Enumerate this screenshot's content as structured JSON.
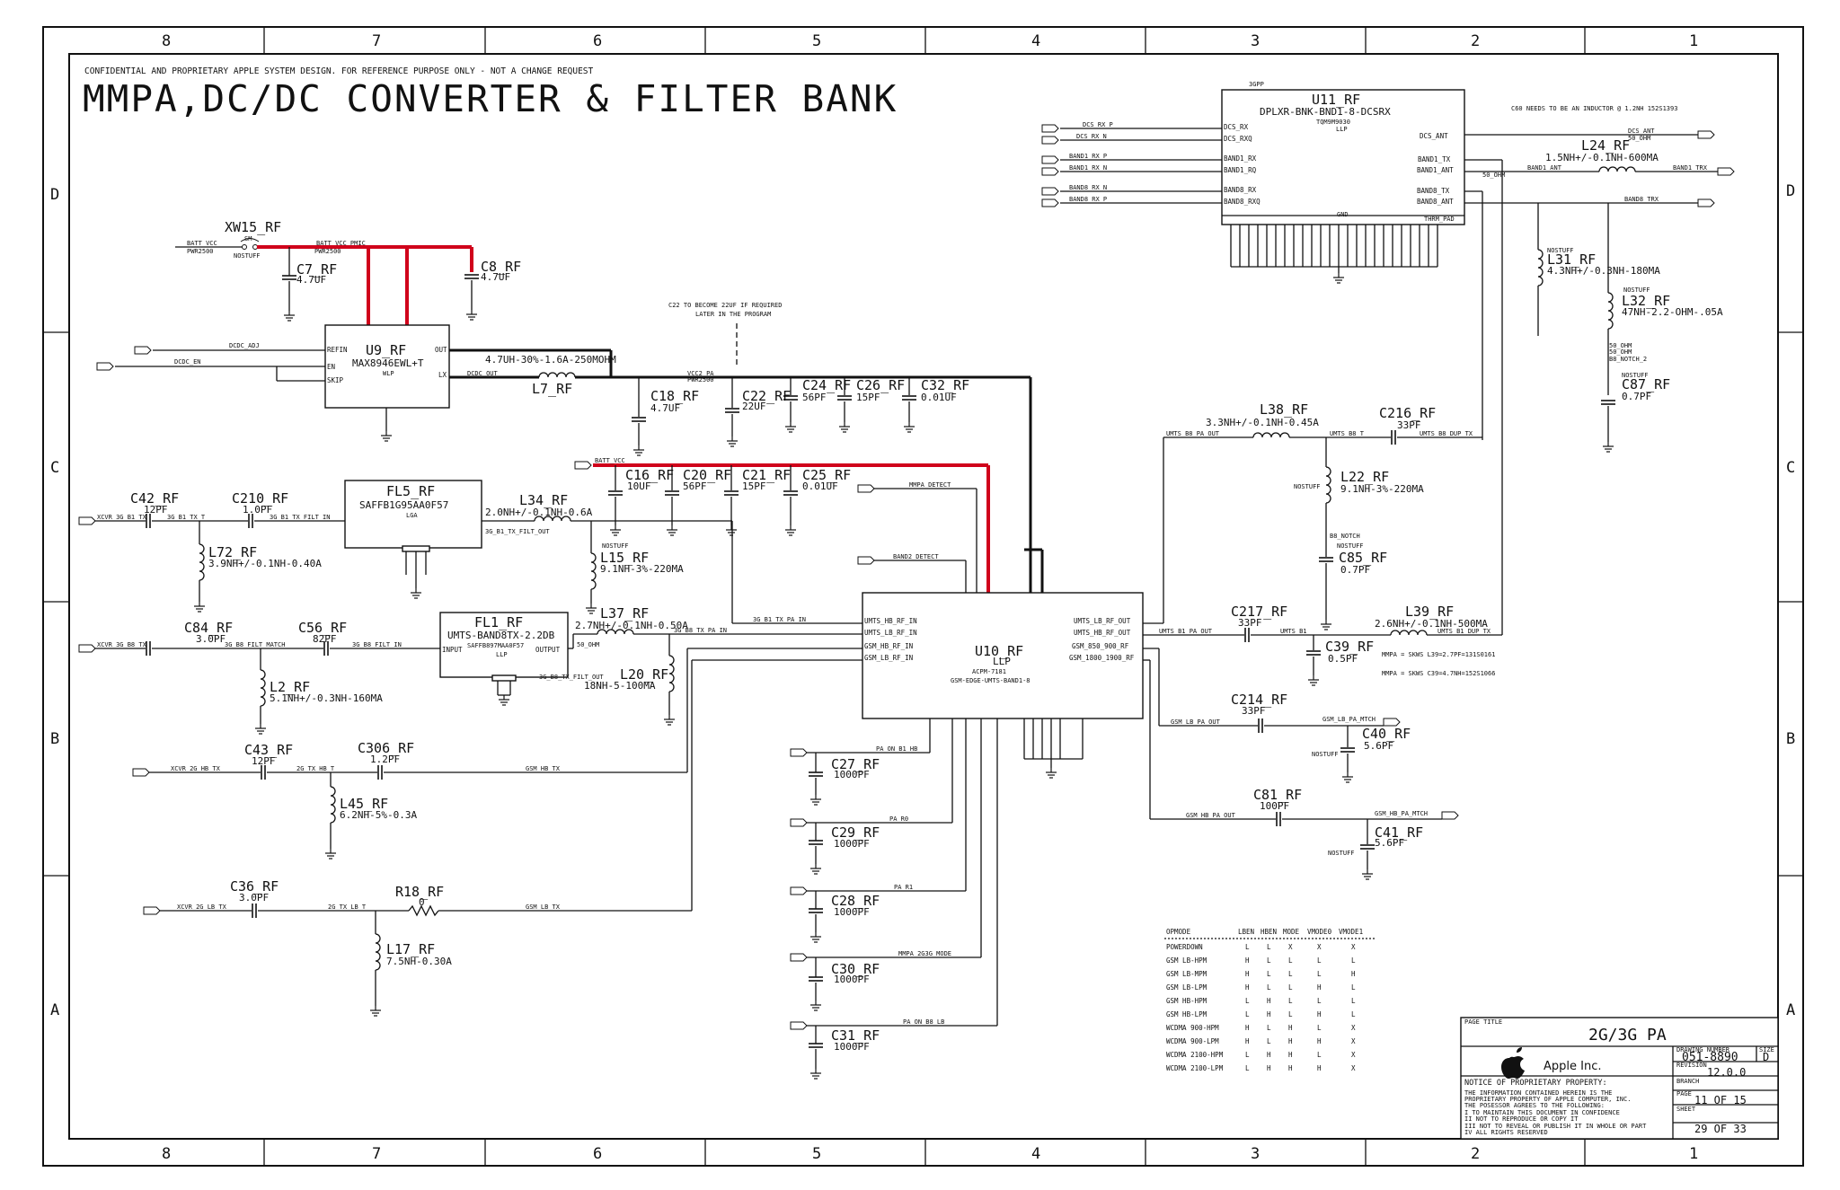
{
  "page": {
    "confidential": "CONFIDENTIAL AND PROPRIETARY APPLE SYSTEM DESIGN. FOR REFERENCE PURPOSE ONLY - NOT A CHANGE REQUEST",
    "title": "MMPA,DC/DC CONVERTER & FILTER BANK"
  },
  "border": {
    "columns": [
      "8",
      "7",
      "6",
      "5",
      "4",
      "3",
      "2",
      "1"
    ],
    "rows": [
      "D",
      "C",
      "B",
      "A"
    ]
  },
  "notes": {
    "c60": "C60 NEEDS TO BE AN INDUCTOR @ 1.2NH 152S1393",
    "c22": "C22 TO BECOME 22UF IF REQUIRED",
    "c22b": "LATER IN THE PROGRAM",
    "mmpa1": "MMPA = SKWS L39=2.7PF=131S0161",
    "mmpa2": "MMPA = SKWS C39=4.7NH=152S1066"
  },
  "chips": {
    "u11": {
      "ref": "U11_RF",
      "part": "DPLXR-BNK-BND1-8-DCSRX",
      "sub": "TQM9M9030",
      "pkg": "LLP",
      "top": "3GPP",
      "gnd": "GND",
      "thrm": "THRM_PAD"
    },
    "u9": {
      "ref": "U9_RF",
      "part": "MAX8946EWL+T",
      "pkg": "WLP"
    },
    "u10": {
      "ref": "U10_RF",
      "pkg": "LLP",
      "part": "ACPM-7181",
      "sub": "GSM-EDGE-UMTS-BAND1-8"
    },
    "fl5": {
      "ref": "FL5_RF",
      "part": "SAFFB1G95AA0F57",
      "pkg": "LGA"
    },
    "fl1": {
      "ref": "FL1_RF",
      "part": "UMTS-BAND8TX-2.2DB",
      "sub": "SAFFB897MAA0F57",
      "pkg": "LLP"
    },
    "xw15": {
      "ref": "XW15_RF",
      "label": "SM",
      "ns": "NOSTUFF"
    }
  },
  "comps": {
    "c7": {
      "ref": "C7_RF",
      "val": "4.7UF"
    },
    "c8": {
      "ref": "C8_RF",
      "val": "4.7UF"
    },
    "l7": {
      "ref": "L7_RF",
      "val": "4.7UH-30%-1.6A-250MOHM"
    },
    "c18": {
      "ref": "C18_RF",
      "val": "4.7UF"
    },
    "c22": {
      "ref": "C22_RF",
      "val": "22UF"
    },
    "c24": {
      "ref": "C24_RF",
      "val": "56PF"
    },
    "c26": {
      "ref": "C26_RF",
      "val": "15PF"
    },
    "c32": {
      "ref": "C32_RF",
      "val": "0.01UF"
    },
    "c16": {
      "ref": "C16_RF",
      "val": "10UF"
    },
    "c20": {
      "ref": "C20_RF",
      "val": "56PF"
    },
    "c21": {
      "ref": "C21_RF",
      "val": "15PF"
    },
    "c25": {
      "ref": "C25_RF",
      "val": "0.01UF"
    },
    "c42": {
      "ref": "C42_RF",
      "val": "12PF"
    },
    "c210": {
      "ref": "C210_RF",
      "val": "1.0PF"
    },
    "l34": {
      "ref": "L34_RF",
      "val": "2.0NH+/-0.1NH-0.6A"
    },
    "l72": {
      "ref": "L72_RF",
      "val": "3.9NH+/-0.1NH-0.40A"
    },
    "l15": {
      "ref": "L15_RF",
      "val": "9.1NH-3%-220MA"
    },
    "l37": {
      "ref": "L37_RF",
      "val": "2.7NH+/-0.1NH-0.50A"
    },
    "l20": {
      "ref": "L20_RF",
      "val": "18NH-5-100MA"
    },
    "c84": {
      "ref": "C84_RF",
      "val": "3.0PF"
    },
    "c56": {
      "ref": "C56_RF",
      "val": "82PF"
    },
    "l2": {
      "ref": "L2_RF",
      "val": "5.1NH+/-0.3NH-160MA"
    },
    "c43": {
      "ref": "C43_RF",
      "val": "12PF"
    },
    "c306": {
      "ref": "C306_RF",
      "val": "1.2PF"
    },
    "l45": {
      "ref": "L45_RF",
      "val": "6.2NH-5%-0.3A"
    },
    "c36": {
      "ref": "C36_RF",
      "val": "3.0PF"
    },
    "r18": {
      "ref": "R18_RF",
      "val": "0"
    },
    "l17": {
      "ref": "L17_RF",
      "val": "7.5NH-0.30A"
    },
    "c27": {
      "ref": "C27_RF",
      "val": "1000PF"
    },
    "c29": {
      "ref": "C29_RF",
      "val": "1000PF"
    },
    "c28": {
      "ref": "C28_RF",
      "val": "1000PF"
    },
    "c30": {
      "ref": "C30_RF",
      "val": "1000PF"
    },
    "c31": {
      "ref": "C31_RF",
      "val": "1000PF"
    },
    "l24": {
      "ref": "L24_RF",
      "val": "1.5NH+/-0.1NH-600MA"
    },
    "l31": {
      "ref": "L31_RF",
      "val": "4.3NH+/-0.3NH-180MA"
    },
    "l32": {
      "ref": "L32_RF",
      "val": "47NH-2.2-OHM-.05A"
    },
    "c87": {
      "ref": "C87_RF",
      "val": "0.7PF"
    },
    "l38": {
      "ref": "L38_RF",
      "val": "3.3NH+/-0.1NH-0.45A"
    },
    "c216": {
      "ref": "C216_RF",
      "val": "33PF"
    },
    "l22": {
      "ref": "L22_RF",
      "val": "9.1NH-3%-220MA"
    },
    "c85": {
      "ref": "C85_RF",
      "val": "0.7PF"
    },
    "c217": {
      "ref": "C217_RF",
      "val": "33PF"
    },
    "l39": {
      "ref": "L39_RF",
      "val": "2.6NH+/-0.1NH-500MA"
    },
    "c39": {
      "ref": "C39_RF",
      "val": "0.5PF"
    },
    "c214": {
      "ref": "C214_RF",
      "val": "33PF"
    },
    "c40": {
      "ref": "C40_RF",
      "val": "5.6PF"
    },
    "c81": {
      "ref": "C81_RF",
      "val": "100PF"
    },
    "c41": {
      "ref": "C41_RF",
      "val": "5.6PF"
    }
  },
  "nets": {
    "batt_vcc": "BATT_VCC",
    "batt_vcc_pmic": "BATT_VCC_PMIC",
    "pwr2500": "PWR2500",
    "dcdc_adj": "DCDC_ADJ",
    "dcdc_en": "DCDC_EN",
    "dcdc_out": "DCDC_OUT",
    "vcc2_pa": "VCC2_PA",
    "mmpa_detect": "MMPA_DETECT",
    "band2_detect": "BAND2_DETECT",
    "xcvr_3g_b1_tx": "XCVR_3G_B1_TX",
    "tg_b1_tx_t": "3G_B1_TX_T",
    "tg_b1_filt_in": "3G_B1_TX_FILT_IN",
    "tg_b1_filt_out": "3G_B1_TX_FILT_OUT",
    "tg_b1_pa_in": "3G_B1_TX_PA_IN",
    "xcvr_3g_b8_tx": "XCVR_3G_B8_TX",
    "tg_b8_filt_match": "3G_B8_FILT_MATCH",
    "tg_b8_filt_in": "3G_B8_FILT_IN",
    "tg_b8_filt_out": "3G_B8_TX_FILT_OUT",
    "tg_b8_pa_in": "3G_B8_TX_PA_IN",
    "xcvr_2g_hb_tx": "XCVR_2G_HB_TX",
    "tg2_hb_tx_t": "2G_TX_HB_T",
    "gsm_hb_tx": "GSM_HB_TX",
    "xcvr_2g_lb_tx": "XCVR_2G_LB_TX",
    "tg2_lb_tx_t": "2G_TX_LB_T",
    "gsm_lb_tx": "GSM_LB_TX",
    "pa_on_b1_hb": "PA_ON_B1_HB",
    "pa_r0": "PA_R0",
    "pa_r1": "PA_R1",
    "mmpa_2g3g": "MMPA_2G3G_MODE",
    "pa_on_b8_lb": "PA_ON_B8_LB",
    "dcs_rx_p": "DCS_RX_P",
    "dcs_rx_n": "DCS_RX_N",
    "band1_rx_p": "BAND1_RX_P",
    "band1_rx_n": "BAND1_RX_N",
    "band8_rx_n": "BAND8_RX_N",
    "band8_rx_p": "BAND8_RX_P",
    "dcs_ant": "DCS_ANT",
    "band1_ant": "BAND1_ANT",
    "band1_trx": "BAND1_TRX",
    "band8_trx": "BAND8_TRX",
    "b8_notch": "B8_NOTCH",
    "b8_notch_2": "B8_NOTCH_2",
    "umts_b8_pa_out": "UMTS_B8_PA_OUT",
    "umts_b8_t": "UMTS_B8_T",
    "umts_b8_dup_tx": "UMTS_B8_DUP_TX",
    "umts_b1_pa_out": "UMTS_B1_PA_OUT",
    "umts_b1": "UMTS_B1",
    "umts_b1_dup_tx": "UMTS_B1_DUP_TX",
    "gsm_lb_pa_out": "GSM_LB_PA_OUT",
    "gsm_lb_pa_mtch": "GSM_LB_PA_MTCH",
    "gsm_hb_pa_out": "GSM_HB_PA_OUT",
    "gsm_hb_pa_mtch": "GSM_HB_PA_MTCH",
    "ohm50": "50_OHM",
    "nostuff": "NOSTUFF"
  },
  "truth_table": {
    "headers": [
      "OPMODE",
      "LBEN",
      "HBEN",
      "MODE",
      "VMODE0",
      "VMODE1"
    ],
    "rows": [
      [
        "POWERDOWN",
        "L",
        "L",
        "X",
        "X",
        "X"
      ],
      [
        "GSM LB-HPM",
        "H",
        "L",
        "L",
        "L",
        "L"
      ],
      [
        "GSM LB-MPM",
        "H",
        "L",
        "L",
        "L",
        "H"
      ],
      [
        "GSM LB-LPM",
        "H",
        "L",
        "L",
        "H",
        "L"
      ],
      [
        "GSM HB-HPM",
        "L",
        "H",
        "L",
        "L",
        "L"
      ],
      [
        "GSM HB-LPM",
        "L",
        "H",
        "L",
        "H",
        "L"
      ],
      [
        "WCDMA 900-HPM",
        "H",
        "L",
        "H",
        "L",
        "X"
      ],
      [
        "WCDMA 900-LPM",
        "H",
        "L",
        "H",
        "H",
        "X"
      ],
      [
        "WCDMA 2100-HPM",
        "L",
        "H",
        "H",
        "L",
        "X"
      ],
      [
        "WCDMA 2100-LPM",
        "L",
        "H",
        "H",
        "H",
        "X"
      ]
    ]
  },
  "title_block": {
    "page_title_label": "PAGE TITLE",
    "page_title": "2G/3G PA",
    "company": "Apple Inc.",
    "drawing_number_label": "DRAWING NUMBER",
    "drawing_number": "051-8890",
    "size_label": "SIZE",
    "size": "D",
    "revision_label": "REVISION",
    "revision": "12.0.0",
    "branch_label": "BRANCH",
    "page_label": "PAGE",
    "page": "11 OF 15",
    "sheet_label": "SHEET",
    "sheet": "29 OF 33",
    "notice": "NOTICE OF PROPRIETARY PROPERTY:",
    "notice_lines": [
      "THE INFORMATION CONTAINED HEREIN IS THE",
      "PROPRIETARY PROPERTY OF APPLE COMPUTER, INC.",
      "THE POSESSOR AGREES TO THE FOLLOWING:",
      "I TO MAINTAIN THIS DOCUMENT IN CONFIDENCE",
      "II NOT TO REPRODUCE OR COPY IT",
      "III NOT TO REVEAL OR PUBLISH IT IN WHOLE OR PART",
      "IV ALL RIGHTS RESERVED"
    ]
  }
}
